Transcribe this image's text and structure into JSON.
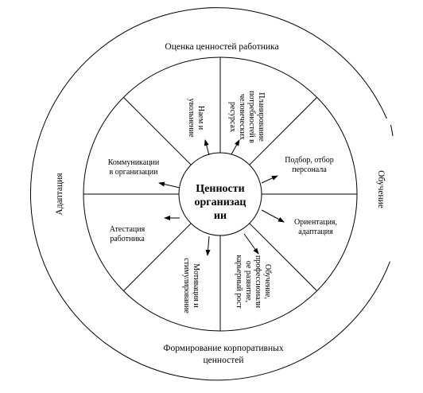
{
  "diagram": {
    "center": {
      "lines": [
        "Ценности",
        "организац",
        "ии"
      ]
    },
    "outer_ring": {
      "top": "Оценка ценностей работника",
      "bottom_lines": [
        "Формирование корпоративных",
        "ценностей"
      ],
      "left": "Адаптация",
      "right": "Обучение"
    },
    "segments": [
      {
        "id": "hiring",
        "lines": [
          "Наем и",
          "увольнение"
        ]
      },
      {
        "id": "planning",
        "lines": [
          "Планирование",
          "потребностей в",
          "человеческих",
          "ресурсах"
        ]
      },
      {
        "id": "selection",
        "lines": [
          "Подбор, отбор",
          "персонала"
        ]
      },
      {
        "id": "orientation",
        "lines": [
          "Ориентация,",
          "адаптация"
        ]
      },
      {
        "id": "training",
        "lines": [
          "Обучение,",
          "профессионалн",
          "ое развитие,",
          "карьерный рост"
        ]
      },
      {
        "id": "motivation",
        "lines": [
          "Мотивация и",
          "стимулирование"
        ]
      },
      {
        "id": "attestation",
        "lines": [
          "Атестация",
          "работника"
        ]
      },
      {
        "id": "communication",
        "lines": [
          "Коммуникации",
          "в организации"
        ]
      }
    ]
  }
}
